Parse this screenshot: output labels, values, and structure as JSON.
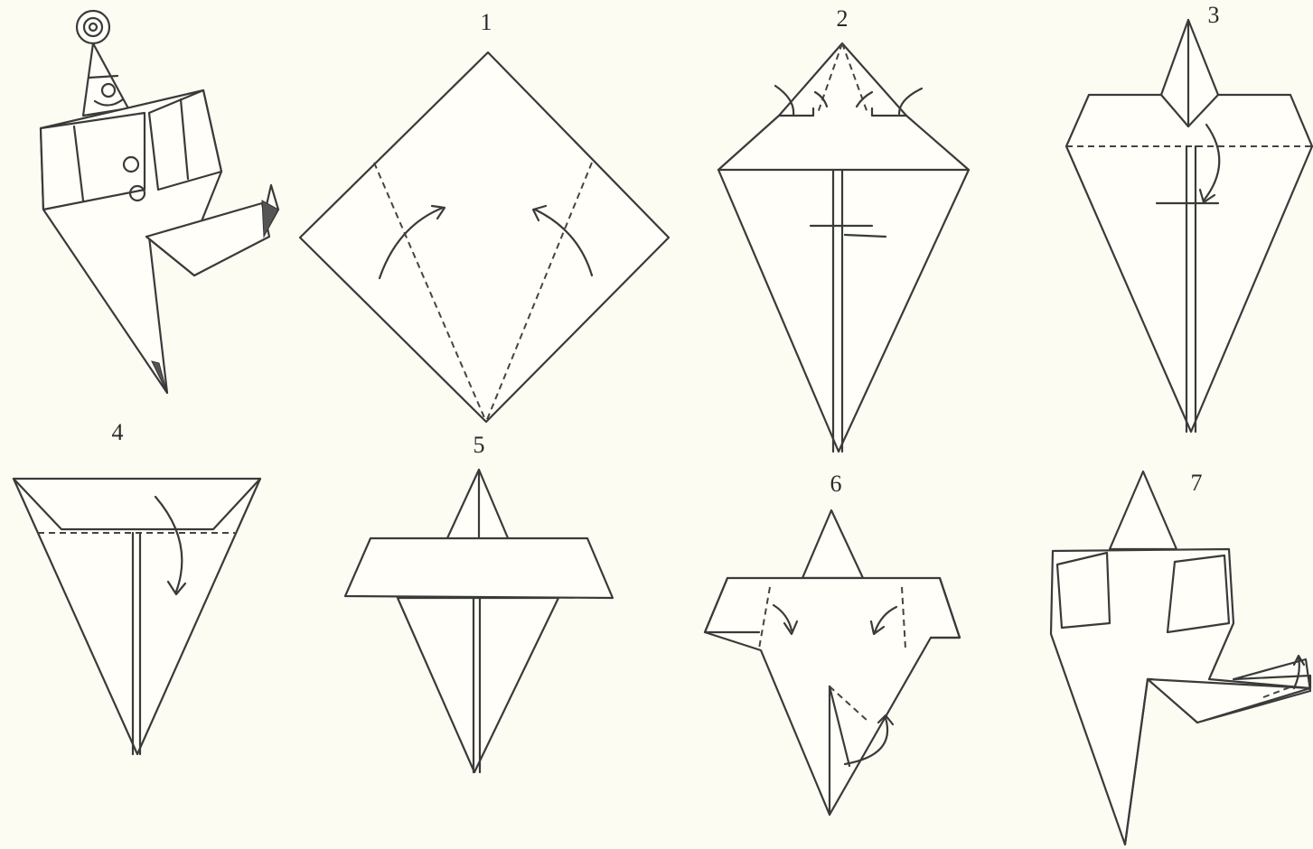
{
  "steps": {
    "s1": "1",
    "s2": "2",
    "s3": "3",
    "s4": "4",
    "s5": "5",
    "s6": "6",
    "s7": "7"
  },
  "colors": {
    "paper": "#fdfcf3",
    "ink": "#3a3a3a"
  }
}
